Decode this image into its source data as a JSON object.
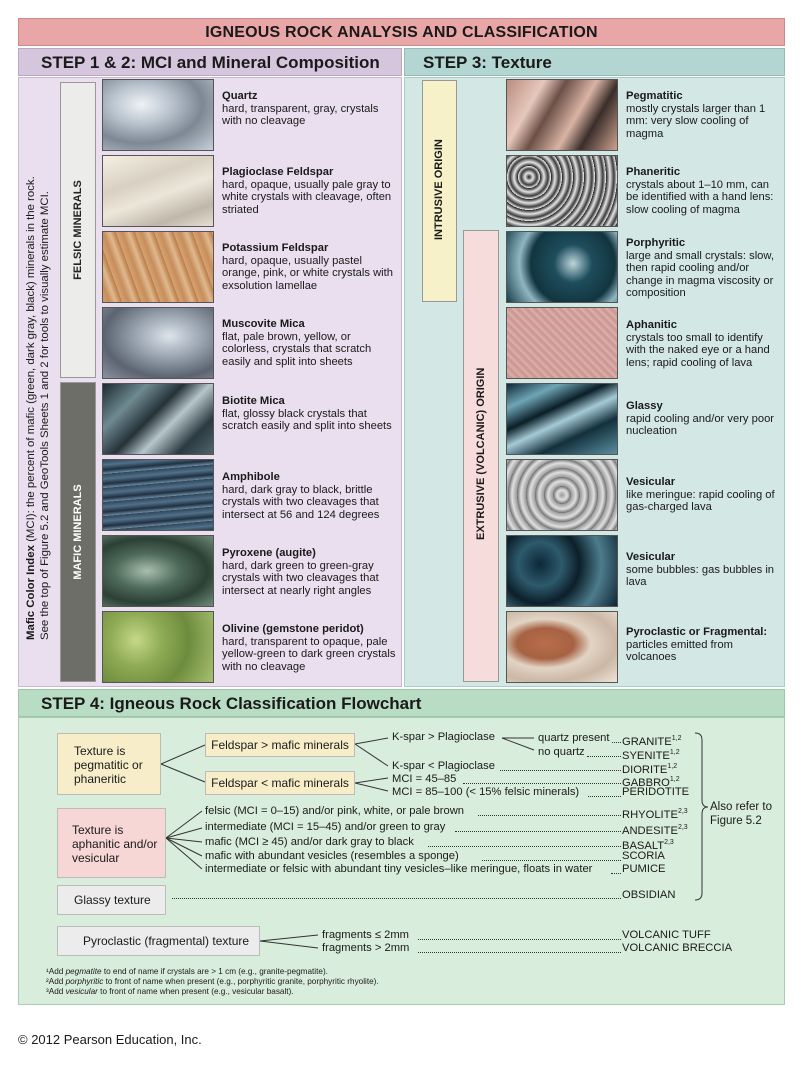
{
  "title": "IGNEOUS ROCK ANALYSIS AND CLASSIFICATION",
  "step12": {
    "heading": "STEP 1 & 2: MCI and Mineral Composition",
    "mci_note_bold": "Mafic Color Index",
    "mci_note_rest": " (MCI): the percent of mafic (green, dark gray, black) minerals in the rock.",
    "mci_note_line2": "See the top of Figure 5.2 and GeoTools Sheets 1 and 2 for tools to visually estimate MCI.",
    "felsic_label": "FELSIC MINERALS",
    "mafic_label": "MAFIC MINERALS",
    "minerals": [
      {
        "name": "Quartz",
        "desc": "hard, transparent, gray, crystals with no cleavage"
      },
      {
        "name": "Plagioclase Feldspar",
        "desc": "hard, opaque, usually pale gray to white crystals with cleavage, often striated"
      },
      {
        "name": "Potassium Feldspar",
        "desc": "hard, opaque, usually pastel orange, pink, or white crystals with exsolution lamellae"
      },
      {
        "name": "Muscovite Mica",
        "desc": "flat, pale brown, yellow, or colorless, crystals that scratch easily and split into sheets"
      },
      {
        "name": "Biotite Mica",
        "desc": "flat, glossy black crystals that scratch easily and split into sheets"
      },
      {
        "name": "Amphibole",
        "desc": "hard, dark gray to black, brittle crystals with two cleavages that intersect at 56 and 124 degrees"
      },
      {
        "name": "Pyroxene (augite)",
        "desc": "hard, dark green to green-gray crystals with two cleavages that intersect at nearly right angles"
      },
      {
        "name": "Olivine (gemstone peridot)",
        "desc": "hard, transparent to opaque, pale yellow-green to dark green crystals with no cleavage"
      }
    ]
  },
  "step3": {
    "heading": "STEP 3: Texture",
    "intrusive_label": "INTRUSIVE ORIGIN",
    "extrusive_label": "EXTRUSIVE (VOLCANIC) ORIGIN",
    "textures": [
      {
        "name": "Pegmatitic",
        "desc": "mostly crystals larger than 1 mm: very slow cooling of magma"
      },
      {
        "name": "Phaneritic",
        "desc": "crystals about 1–10 mm, can be identified with a hand lens: slow cooling of magma"
      },
      {
        "name": "Porphyritic",
        "desc": "large and small crystals: slow, then rapid cooling and/or change in magma viscosity or composition"
      },
      {
        "name": "Aphanitic",
        "desc": "crystals too small to identify with the naked eye or a hand lens; rapid cooling of lava"
      },
      {
        "name": "Glassy",
        "desc": "rapid cooling and/or very poor nucleation"
      },
      {
        "name": "Vesicular",
        "desc": "like meringue: rapid cooling of gas-charged lava"
      },
      {
        "name": "Vesicular",
        "desc": "some bubbles: gas bubbles in lava"
      },
      {
        "name": "Pyroclastic or Fragmental:",
        "desc": "particles emitted from volcanoes"
      }
    ]
  },
  "step4": {
    "heading": "STEP 4: Igneous Rock Classification Flowchart",
    "box_pegmatitic": "Texture is pegmatitic or phaneritic",
    "box_aphanitic": "Texture is aphanitic and/or vesicular",
    "box_glassy": "Glassy texture",
    "box_pyroclastic": "Pyroclastic (fragmental) texture",
    "box_feld_gt": "Feldspar > mafic minerals",
    "box_feld_lt": "Feldspar < mafic minerals",
    "kspar_gt": "K-spar > Plagioclase",
    "quartz_present": "quartz present",
    "no_quartz": "no quartz",
    "kspar_lt": "K-spar < Plagioclase",
    "mci_45_85": "MCI = 45–85",
    "mci_85_100": "MCI = 85–100 (< 15% felsic minerals)",
    "felsic_line": "felsic (MCI = 0–15) and/or pink, white, or pale brown",
    "intermediate_line": "intermediate (MCI = 15–45) and/or green to gray",
    "mafic_line": "mafic (MCI ≥ 45) and/or dark gray to black",
    "scoria_line": "mafic with abundant vesicles (resembles a sponge)",
    "pumice_line": "intermediate or felsic with abundant tiny vesicles–like meringue, floats in water",
    "frag_le": "fragments ≤ 2mm",
    "frag_gt": "fragments > 2mm",
    "also_refer": "Also refer to Figure 5.2",
    "rocks": {
      "granite": "GRANITE",
      "granite_sup": "1,2",
      "syenite": "SYENITE",
      "syenite_sup": "1,2",
      "diorite": "DIORITE",
      "diorite_sup": "1,2",
      "gabbro": "GABBRO",
      "gabbro_sup": "1,2",
      "peridotite": "PERIDOTITE",
      "rhyolite": "RHYOLITE",
      "rhyolite_sup": "2,3",
      "andesite": "ANDESITE",
      "andesite_sup": "2,3",
      "basalt": "BASALT",
      "basalt_sup": "2,3",
      "scoria": "SCORIA",
      "pumice": "PUMICE",
      "obsidian": "OBSIDIAN",
      "tuff": "VOLCANIC TUFF",
      "breccia": "VOLCANIC BRECCIA"
    },
    "footnote1_pre": "¹Add ",
    "footnote1_em": "pegmatite",
    "footnote1_post": " to end of name if crystals are > 1 cm (e.g., granite-pegmatite).",
    "footnote2_pre": "²Add ",
    "footnote2_em": "porphyritic",
    "footnote2_post": " to front of name when present (e.g., porphyritic granite, porphyritic rhyolite).",
    "footnote3_pre": "³Add ",
    "footnote3_em": "vesicular",
    "footnote3_post": " to front of name when present (e.g., vesicular basalt)."
  },
  "copyright": "© 2012 Pearson Education, Inc.",
  "colors": {
    "title_bg": "#e9a6a6",
    "step12_bg": "#e9dfee",
    "step3_bg": "#d3e7e4",
    "step4_bg": "#d9eddc",
    "felsic_box": "#ececea",
    "mafic_box": "#6e6e68",
    "intrusive_box": "#f6f1c8",
    "extrusive_box": "#f7dcdc",
    "peg_box": "#f7eec9",
    "aph_box": "#f7d6d6",
    "neutral_box": "#ececec"
  }
}
